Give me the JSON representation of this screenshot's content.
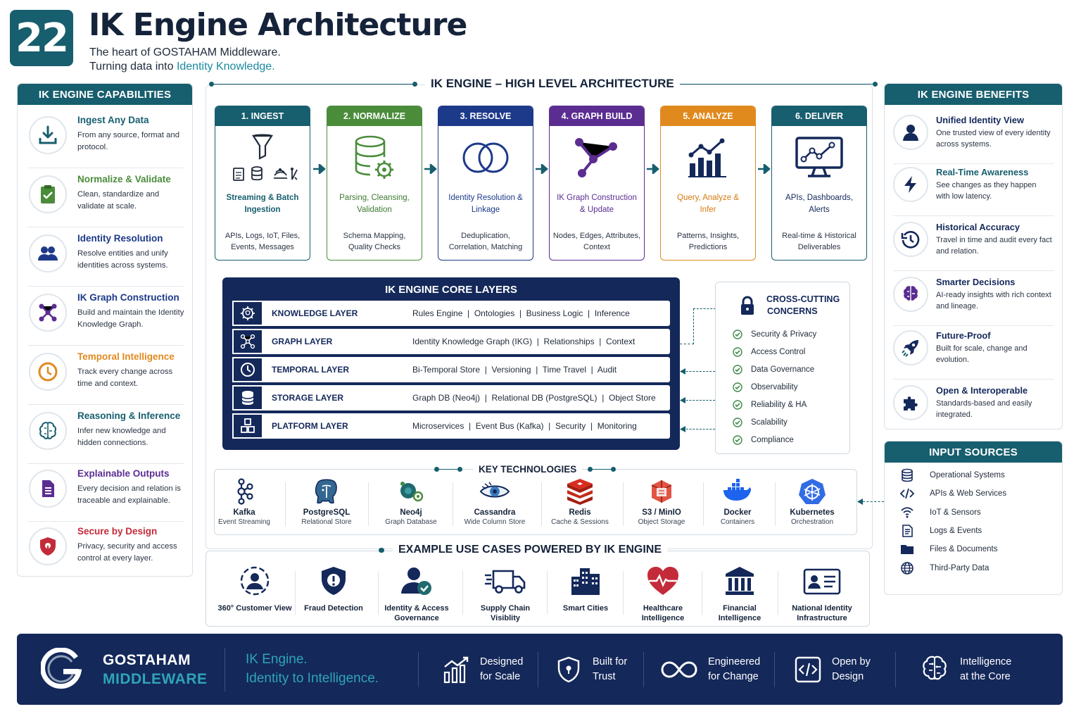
{
  "header": {
    "number": "22",
    "title": "IK Engine Architecture",
    "subtitle_line1": "The heart of GOSTAHAM Middleware.",
    "subtitle_line2_prefix": "Turning data into ",
    "subtitle_line2_highlight": "Identity Knowledge."
  },
  "capabilities": {
    "title": "IK ENGINE CAPABILITIES",
    "items": [
      {
        "title": "Ingest Any Data",
        "desc": "From any source, format and protocol.",
        "icon": "download-icon",
        "color": "#175e6e"
      },
      {
        "title": "Normalize & Validate",
        "desc": "Clean, standardize and validate at scale.",
        "icon": "clipboard-check-icon",
        "color": "#4a8c3a"
      },
      {
        "title": "Identity Resolution",
        "desc": "Resolve entities and unify identities across systems.",
        "icon": "users-icon",
        "color": "#1d3a8a"
      },
      {
        "title": "IK Graph Construction",
        "desc": "Build and maintain the Identity Knowledge Graph.",
        "icon": "graph-icon",
        "color": "#5b2d91"
      },
      {
        "title": "Temporal Intelligence",
        "desc": "Track every change across time and context.",
        "icon": "clock-icon",
        "color": "#e08a1e"
      },
      {
        "title": "Reasoning & Inference",
        "desc": "Infer new knowledge and hidden connections.",
        "icon": "brain-icon",
        "color": "#175e6e"
      },
      {
        "title": "Explainable Outputs",
        "desc": "Every decision and relation is traceable and explainable.",
        "icon": "document-icon",
        "color": "#5b2d91"
      },
      {
        "title": "Secure by Design",
        "desc": "Privacy, security and access control at every layer.",
        "icon": "shield-icon",
        "color": "#c42b3a"
      }
    ]
  },
  "architecture": {
    "title": "IK ENGINE – HIGH LEVEL ARCHITECTURE",
    "stages": [
      {
        "head": "1. INGEST",
        "title": "Streaming & Batch Ingestion",
        "desc": "APIs, Logs, IoT, Files, Events, Messages",
        "color": "#175e6e",
        "icon": "funnel-icon"
      },
      {
        "head": "2. NORMALIZE",
        "title": "Parsing, Cleansing, Validation",
        "desc": "Schema Mapping, Quality Checks",
        "color": "#4a8c3a",
        "icon": "database-gear-icon"
      },
      {
        "head": "3. RESOLVE",
        "title": "Identity Resolution & Linkage",
        "desc": "Deduplication, Correlation, Matching",
        "color": "#1d3a8a",
        "icon": "overlap-circles-icon"
      },
      {
        "head": "4. GRAPH BUILD",
        "title": "IK Graph Construction & Update",
        "desc": "Nodes, Edges, Attributes, Context",
        "color": "#5b2d91",
        "icon": "graph-icon"
      },
      {
        "head": "5. ANALYZE",
        "title": "Query, Analyze & Infer",
        "desc": "Patterns, Insights, Predictions",
        "color": "#e08a1e",
        "icon": "bar-chart-icon"
      },
      {
        "head": "6. DELIVER",
        "title": "APIs, Dashboards, Alerts",
        "desc": "Real-time & Historical Deliverables",
        "color": "#175e6e",
        "icon": "monitor-icon"
      }
    ]
  },
  "core": {
    "title": "IK ENGINE CORE LAYERS",
    "layers": [
      {
        "name": "KNOWLEDGE LAYER",
        "values": "Rules Engine  |  Ontologies  |  Business Logic  |  Inference",
        "icon": "brain-gear-icon"
      },
      {
        "name": "GRAPH LAYER",
        "values": "Identity Knowledge Graph (IKG)  |  Relationships  |  Context",
        "icon": "network-icon"
      },
      {
        "name": "TEMPORAL LAYER",
        "values": "Bi-Temporal Store  |  Versioning  |  Time Travel  |  Audit",
        "icon": "clock-icon"
      },
      {
        "name": "STORAGE LAYER",
        "values": "Graph DB (Neo4j)  |  Relational DB (PostgreSQL)  |  Object Store",
        "icon": "database-icon"
      },
      {
        "name": "PLATFORM LAYER",
        "values": "Microservices  |  Event Bus (Kafka)  |  Security  |  Monitoring",
        "icon": "cubes-icon"
      }
    ]
  },
  "cross": {
    "title_line1": "CROSS-CUTTING",
    "title_line2": "CONCERNS",
    "items": [
      "Security & Privacy",
      "Access Control",
      "Data Governance",
      "Observability",
      "Reliability & HA",
      "Scalability",
      "Compliance"
    ]
  },
  "tech": {
    "title": "KEY TECHNOLOGIES",
    "items": [
      {
        "name": "Kafka",
        "desc": "Event Streaming",
        "icon": "kafka-icon"
      },
      {
        "name": "PostgreSQL",
        "desc": "Relational Store",
        "icon": "postgresql-icon"
      },
      {
        "name": "Neo4j",
        "desc": "Graph Database",
        "icon": "neo4j-icon"
      },
      {
        "name": "Cassandra",
        "desc": "Wide Column Store",
        "icon": "cassandra-eye-icon"
      },
      {
        "name": "Redis",
        "desc": "Cache & Sessions",
        "icon": "redis-icon"
      },
      {
        "name": "S3 / MinIO",
        "desc": "Object Storage",
        "icon": "s3-icon"
      },
      {
        "name": "Docker",
        "desc": "Containers",
        "icon": "docker-whale-icon"
      },
      {
        "name": "Kubernetes",
        "desc": "Orchestration",
        "icon": "kubernetes-wheel-icon"
      }
    ]
  },
  "usecases": {
    "title": "EXAMPLE USE CASES POWERED BY IK ENGINE",
    "items": [
      {
        "line1": "360° Customer View",
        "line2": "",
        "icon": "customer-view-icon"
      },
      {
        "line1": "Fraud Detection",
        "line2": "",
        "icon": "shield-alert-icon"
      },
      {
        "line1": "Identity & Access",
        "line2": "Governance",
        "icon": "user-check-icon"
      },
      {
        "line1": "Supply Chain",
        "line2": "Visiblity",
        "icon": "truck-icon"
      },
      {
        "line1": "Smart Cities",
        "line2": "",
        "icon": "city-icon"
      },
      {
        "line1": "Healthcare",
        "line2": "Intelligence",
        "icon": "heart-pulse-icon"
      },
      {
        "line1": "Financial",
        "line2": "Intelligence",
        "icon": "bank-icon"
      },
      {
        "line1": "National Identity",
        "line2": "Infrastructure",
        "icon": "id-card-icon"
      }
    ]
  },
  "benefits": {
    "title": "IK ENGINE BENEFITS",
    "items": [
      {
        "title": "Unified Identity View",
        "desc": "One trusted view of every identity across systems.",
        "icon": "user-icon"
      },
      {
        "title": "Real-Time Awareness",
        "desc": "See changes as they happen with low latency.",
        "icon": "bolt-icon"
      },
      {
        "title": "Historical Accuracy",
        "desc": "Travel in time and audit every fact and relation.",
        "icon": "history-icon"
      },
      {
        "title": "Smarter Decisions",
        "desc": "AI-ready insights with rich context and lineage.",
        "icon": "brain-icon"
      },
      {
        "title": "Future-Proof",
        "desc": "Built for scale, change and evolution.",
        "icon": "rocket-icon"
      },
      {
        "title": "Open & Interoperable",
        "desc": "Standards-based and easily integrated.",
        "icon": "puzzle-icon"
      }
    ]
  },
  "inputs": {
    "title": "INPUT SOURCES",
    "items": [
      {
        "label": "Operational Systems",
        "icon": "database-icon"
      },
      {
        "label": "APIs & Web Services",
        "icon": "code-icon"
      },
      {
        "label": "IoT & Sensors",
        "icon": "wifi-icon"
      },
      {
        "label": "Logs & Events",
        "icon": "log-icon"
      },
      {
        "label": "Files & Documents",
        "icon": "folder-icon"
      },
      {
        "label": "Third-Party Data",
        "icon": "globe-icon"
      }
    ]
  },
  "footer": {
    "brand1": "GOSTAHAM",
    "brand2": "MIDDLEWARE",
    "tag1": "IK Engine.",
    "tag2": "Identity to Intelligence.",
    "items": [
      {
        "line1": "Designed",
        "line2": "for Scale",
        "icon": "growth-chart-icon"
      },
      {
        "line1": "Built for",
        "line2": "Trust",
        "icon": "shield-icon"
      },
      {
        "line1": "Engineered",
        "line2": "for Change",
        "icon": "infinity-icon"
      },
      {
        "line1": "Open by",
        "line2": "Design",
        "icon": "code-icon"
      },
      {
        "line1": "Intelligence",
        "line2": "at the Core",
        "icon": "brain-icon"
      }
    ]
  }
}
